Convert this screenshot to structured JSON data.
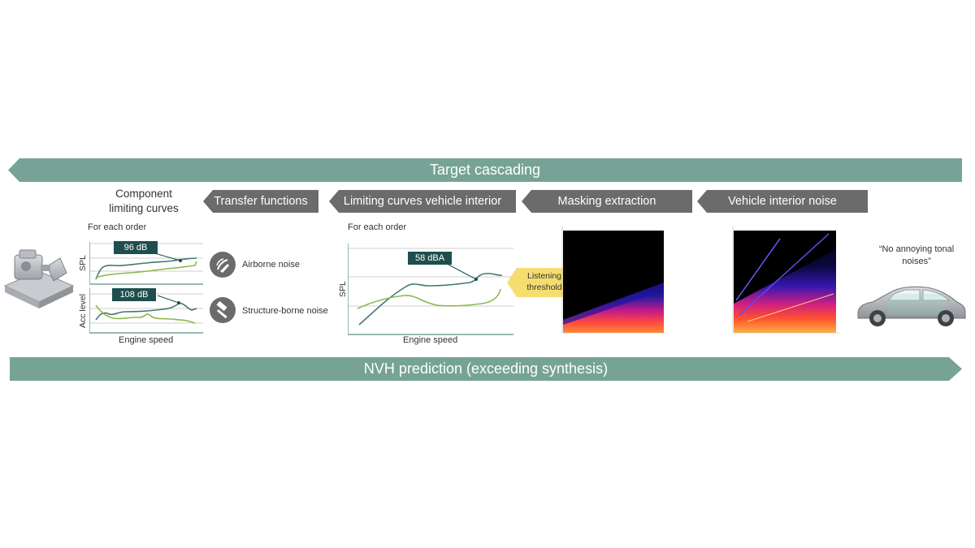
{
  "top_banner": {
    "label": "Target cascading"
  },
  "bottom_banner": {
    "label": "NVH prediction (exceeding synthesis)"
  },
  "component_title": "Component limiting curves",
  "steps": {
    "transfer": "Transfer functions",
    "limiting_interior": "Limiting curves vehicle interior",
    "masking": "Masking extraction",
    "interior_noise": "Vehicle interior noise"
  },
  "left_charts": {
    "order_label": "For each order",
    "top_ylabel": "SPL",
    "bottom_ylabel": "Acc level",
    "xlabel": "Engine speed",
    "top_badge": "96 dB",
    "bottom_badge": "108 dB"
  },
  "paths": {
    "airborne": "Airborne noise",
    "structure": "Structure-borne noise"
  },
  "middle_chart": {
    "order_label": "For each order",
    "ylabel": "SPL",
    "xlabel": "Engine speed",
    "badge": "58 dBA",
    "threshold_label": "Listening threshold"
  },
  "quote": "“No annoying tonal noises”",
  "colors": {
    "teal": "#76a395",
    "dark_teal": "#1f4e4e",
    "gray": "#6b6b6b",
    "green": "#8db84a",
    "yellow": "#f5dd70"
  }
}
